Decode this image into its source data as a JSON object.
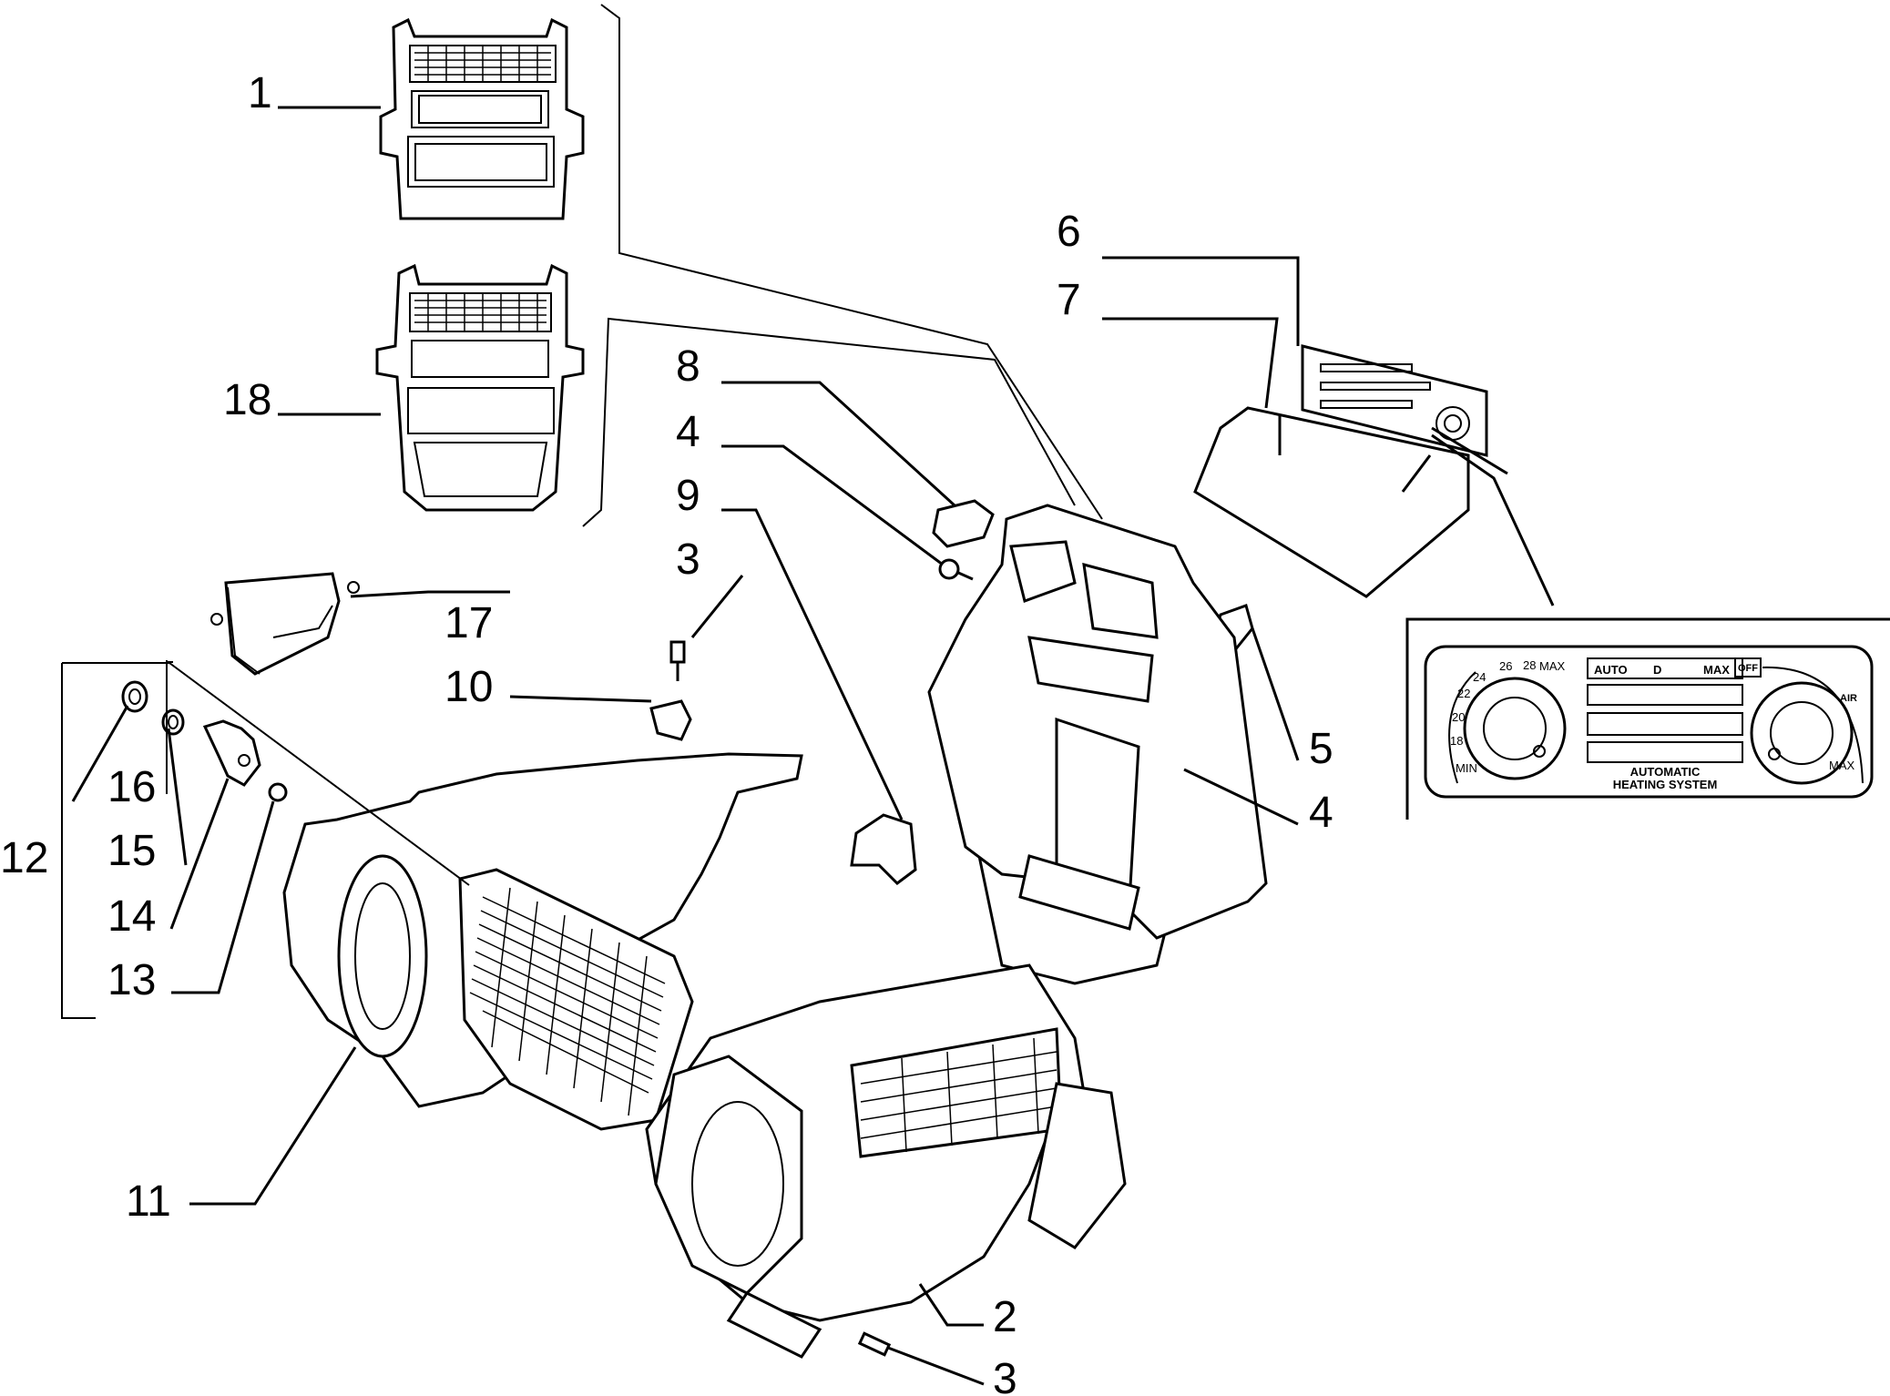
{
  "callouts": [
    {
      "id": "c1",
      "label": "1"
    },
    {
      "id": "c18",
      "label": "18"
    },
    {
      "id": "c6",
      "label": "6"
    },
    {
      "id": "c7",
      "label": "7"
    },
    {
      "id": "c8",
      "label": "8"
    },
    {
      "id": "c4a",
      "label": "4"
    },
    {
      "id": "c9",
      "label": "9"
    },
    {
      "id": "c3a",
      "label": "3"
    },
    {
      "id": "c17",
      "label": "17"
    },
    {
      "id": "c10",
      "label": "10"
    },
    {
      "id": "c5",
      "label": "5"
    },
    {
      "id": "c4b",
      "label": "4"
    },
    {
      "id": "c16",
      "label": "16"
    },
    {
      "id": "c15",
      "label": "15"
    },
    {
      "id": "c12",
      "label": "12"
    },
    {
      "id": "c14",
      "label": "14"
    },
    {
      "id": "c13",
      "label": "13"
    },
    {
      "id": "c11",
      "label": "11"
    },
    {
      "id": "c2",
      "label": "2"
    },
    {
      "id": "c3b",
      "label": "3"
    }
  ],
  "control_panel": {
    "temp_scale": [
      "MIN",
      "18",
      "20",
      "22",
      "24",
      "26",
      "28",
      "MAX"
    ],
    "mode_buttons": {
      "auto": "AUTO",
      "defrost": "D",
      "max": "MAX"
    },
    "fan_off": "OFF",
    "fan_max": "MAX",
    "fan_air": "AIR",
    "caption_line1": "AUTOMATIC",
    "caption_line2": "HEATING SYSTEM"
  }
}
